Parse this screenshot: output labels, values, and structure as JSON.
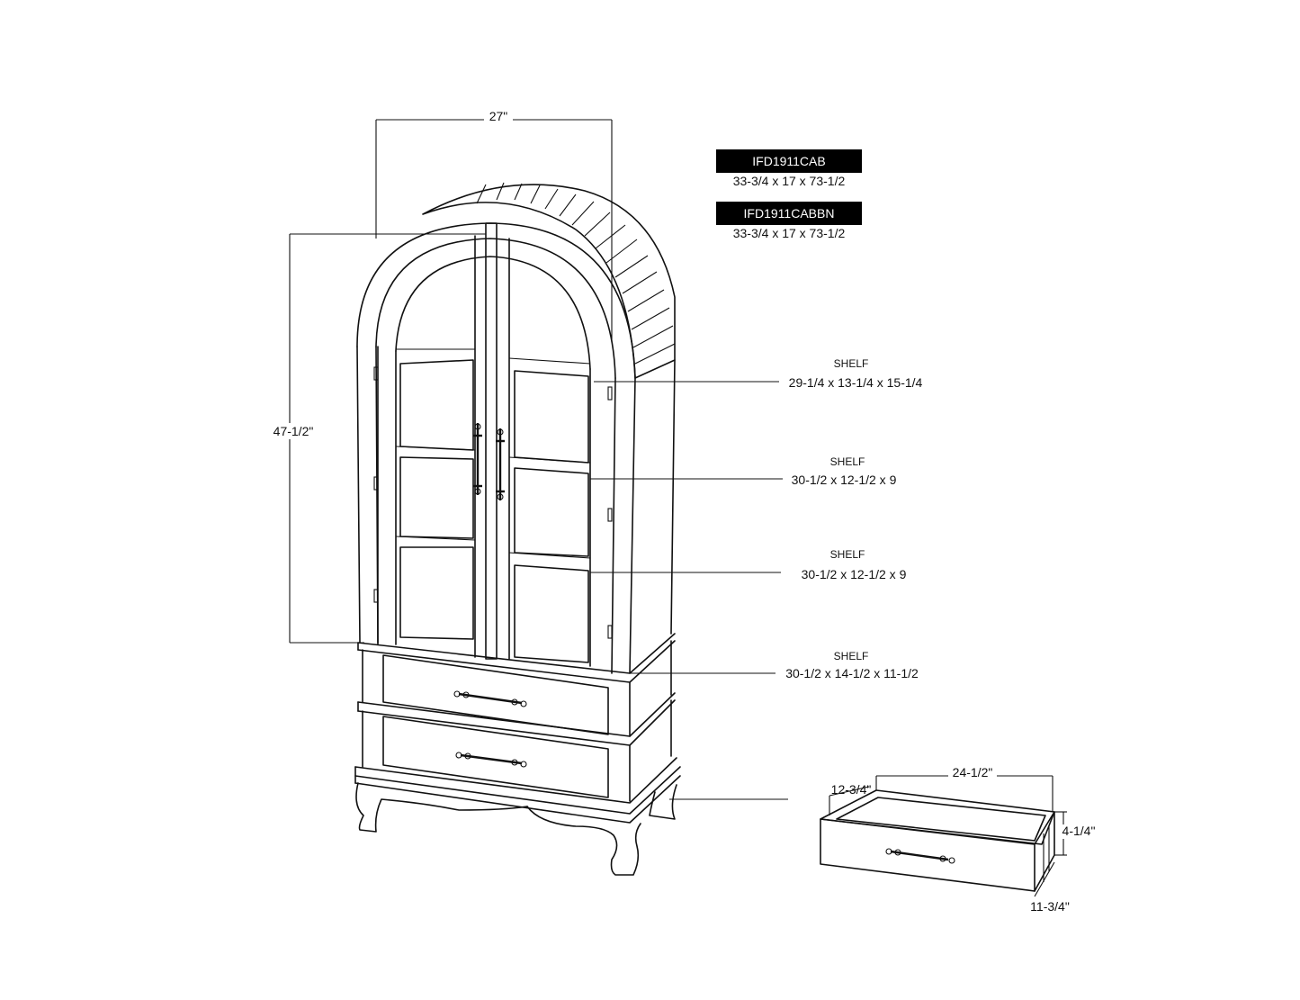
{
  "products": [
    {
      "sku": "IFD1911CAB",
      "dims": "33-3/4 x 17 x 73-1/2"
    },
    {
      "sku": "IFD1911CABBN",
      "dims": "33-3/4 x 17 x 73-1/2"
    }
  ],
  "dimensions": {
    "width": "27\"",
    "height": "47-1/2\""
  },
  "shelves": [
    {
      "title": "SHELF",
      "dims": "29-1/4 x 13-1/4 x 15-1/4"
    },
    {
      "title": "SHELF",
      "dims": "30-1/2 x 12-1/2 x 9"
    },
    {
      "title": "SHELF",
      "dims": "30-1/2 x 12-1/2 x 9"
    },
    {
      "title": "SHELF",
      "dims": "30-1/2 x 14-1/2 x 11-1/2"
    }
  ],
  "drawer": {
    "width": "24-1/2\"",
    "depth": "12-3/4\"",
    "height": "4-1/4\"",
    "inner": "11-3/4\""
  }
}
